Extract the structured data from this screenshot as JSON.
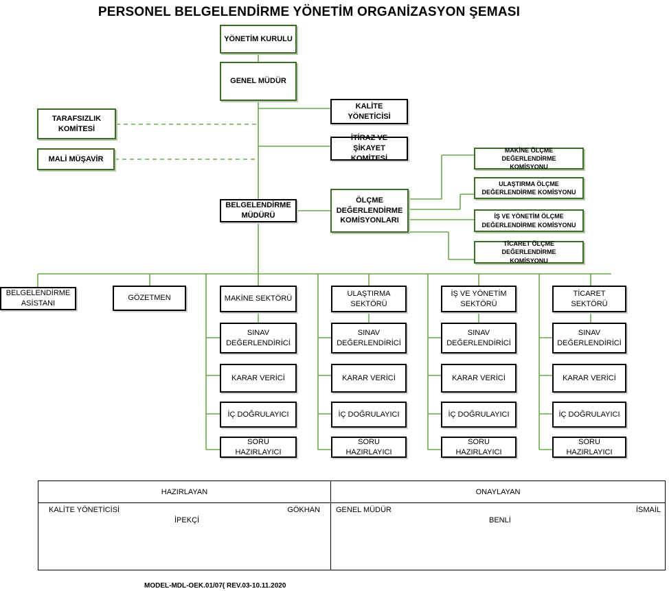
{
  "title": "PERSONEL BELGELENDİRME YÖNETİM ORGANİZASYON ŞEMASI",
  "colors": {
    "line": "#6aa84f",
    "dashed": "#6aa84f",
    "green_border": "#3c6b27",
    "black_border": "#000000"
  },
  "top": {
    "board": "YÖNETİM KURULU",
    "gm": "GENEL MÜDÜR",
    "quality": "KALİTE YÖNETİCİSİ",
    "objection": "İTİRAZ VE ŞİKAYET\nKOMİTESİ",
    "impartiality": "TARAFSIZLIK\nKOMİTESİ",
    "finance": "MALİ MÜŞAVİR",
    "cert_manager": "BELGELENDİRME\nMÜDÜRÜ",
    "eval_commissions": "ÖLÇME\nDEĞERLENDİRME\nKOMİSYONLARI"
  },
  "commissions": [
    "MAKİNE ÖLÇME DEĞERLENDİRME\nKOMİSYONU",
    "ULAŞTIRMA ÖLÇME\nDEĞERLENDİRME KOMİSYONU",
    "İŞ VE YÖNETİM ÖLÇME\nDEĞERLENDİRME KOMİSYONU",
    "TİCARET ÖLÇME DEĞERLENDİRME\nKOMİSYONU"
  ],
  "staff": {
    "assistant": "BELGELENDİRME\nASİSTANI",
    "supervisor": "GÖZETMEN"
  },
  "sectors": [
    {
      "name": "MAKİNE SEKTÖRÜ",
      "roles": [
        "SINAV\nDEĞERLENDİRİCİ",
        "KARAR VERİCİ",
        "İÇ DOĞRULAYICI",
        "SORU HAZIRLAYICI"
      ]
    },
    {
      "name": "ULAŞTIRMA SEKTÖRÜ",
      "roles": [
        "SINAV\nDEĞERLENDİRİCİ",
        "KARAR VERİCİ",
        "İÇ DOĞRULAYICI",
        "SORU HAZIRLAYICI"
      ]
    },
    {
      "name": "İŞ VE YÖNETİM\nSEKTÖRÜ",
      "roles": [
        "SINAV\nDEĞERLENDİRİCİ",
        "KARAR VERİCİ",
        "İÇ DOĞRULAYICI",
        "SORU HAZIRLAYICI"
      ]
    },
    {
      "name": "TİCARET SEKTÖRÜ",
      "roles": [
        "SINAV\nDEĞERLENDİRİCİ",
        "KARAR VERİCİ",
        "İÇ DOĞRULAYICI",
        "SORU HAZIRLAYICI"
      ]
    }
  ],
  "approval": {
    "prepared_header": "HAZIRLAYAN",
    "prepared_role": "KALİTE YÖNETİCİSİ",
    "prepared_first": "GÖKHAN",
    "prepared_last": "İPEKÇİ",
    "approved_header": "ONAYLAYAN",
    "approved_role": "GENEL MÜDÜR",
    "approved_first": "İSMAİL",
    "approved_last": "BENLİ"
  },
  "footer": "MODEL-MDL-OEK.01/07( REV.03-10.11.2020"
}
